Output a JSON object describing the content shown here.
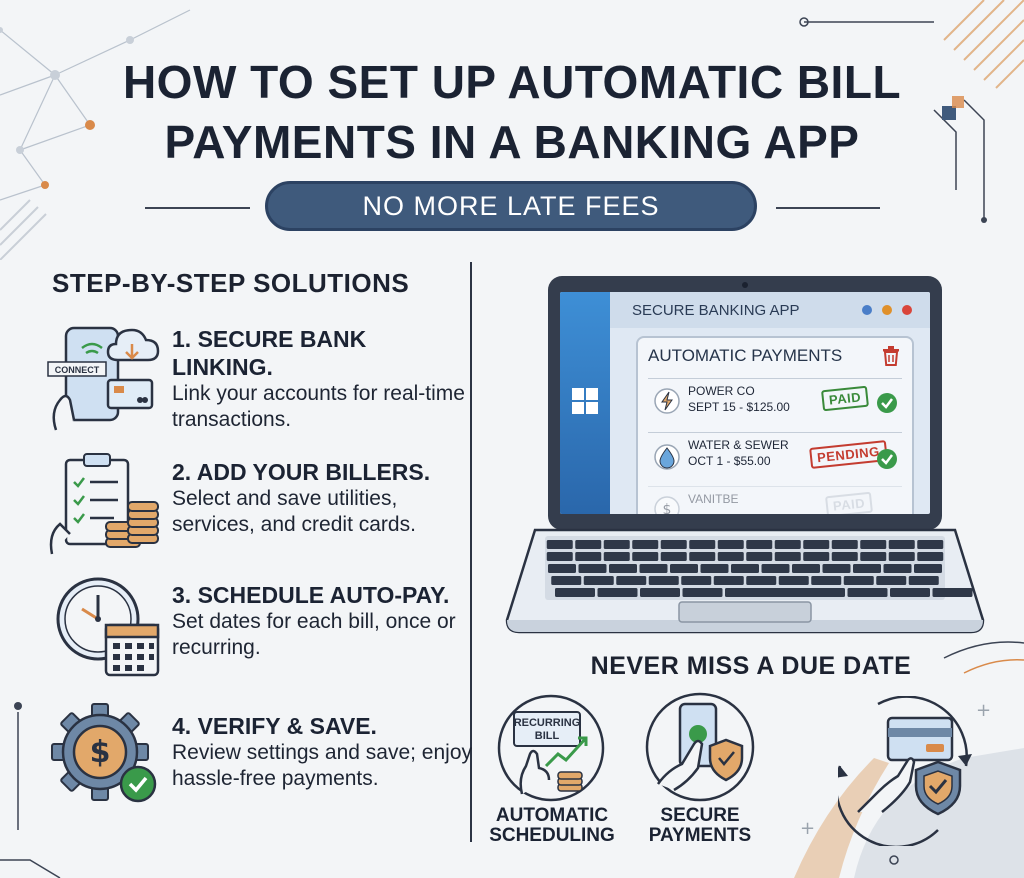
{
  "title_line1": "HOW TO SET UP AUTOMATIC BILL",
  "title_line2": "PAYMENTS IN A BANKING APP",
  "subtitle": "NO MORE LATE FEES",
  "steps_heading": "STEP-BY-STEP SOLUTIONS",
  "steps": [
    {
      "title": "1. SECURE BANK LINKING.",
      "desc": "Link your accounts for real-time transactions.",
      "icon": "phone-bank-link-icon",
      "icon_label": "CONNECT"
    },
    {
      "title": "2. ADD YOUR BILLERS.",
      "desc": "Select and save utilities, services, and credit cards.",
      "icon": "checklist-coins-icon"
    },
    {
      "title": "3. SCHEDULE AUTO-PAY.",
      "desc": "Set dates for each bill, once or recurring.",
      "icon": "clock-calendar-icon"
    },
    {
      "title": "4. VERIFY & SAVE.",
      "desc": "Review settings and save; enjoy hassle-free payments.",
      "icon": "gear-dollar-check-icon"
    }
  ],
  "laptop": {
    "app_title": "SECURE BANKING APP",
    "panel_title": "AUTOMATIC PAYMENTS",
    "payments": [
      {
        "name": "POWER CO",
        "detail": "SEPT 15 - $125.00",
        "status": "PAID",
        "icon": "lightning-icon"
      },
      {
        "name": "WATER & SEWER",
        "detail": "OCT 1 - $55.00",
        "status": "PENDING",
        "icon": "water-drop-icon"
      },
      {
        "name": "VANITBE",
        "detail": "",
        "status": "PAID",
        "icon": "dollar-icon"
      }
    ]
  },
  "never_heading": "NEVER MISS A DUE DATE",
  "features": [
    {
      "label_line1": "AUTOMATIC",
      "label_line2": "SCHEDULING",
      "icon": "recurring-bill-icon",
      "icon_text_1": "RECURRING",
      "icon_text_2": "BILL"
    },
    {
      "label_line1": "SECURE",
      "label_line2": "PAYMENTS",
      "icon": "phone-shield-icon"
    },
    {
      "icon": "card-shield-icon"
    }
  ],
  "colors": {
    "navy": "#1b2333",
    "pill": "#3f5a7c",
    "orange": "#d98a4a",
    "green": "#3a9a4a",
    "red": "#c43c30",
    "blue": "#3e8fd6"
  }
}
